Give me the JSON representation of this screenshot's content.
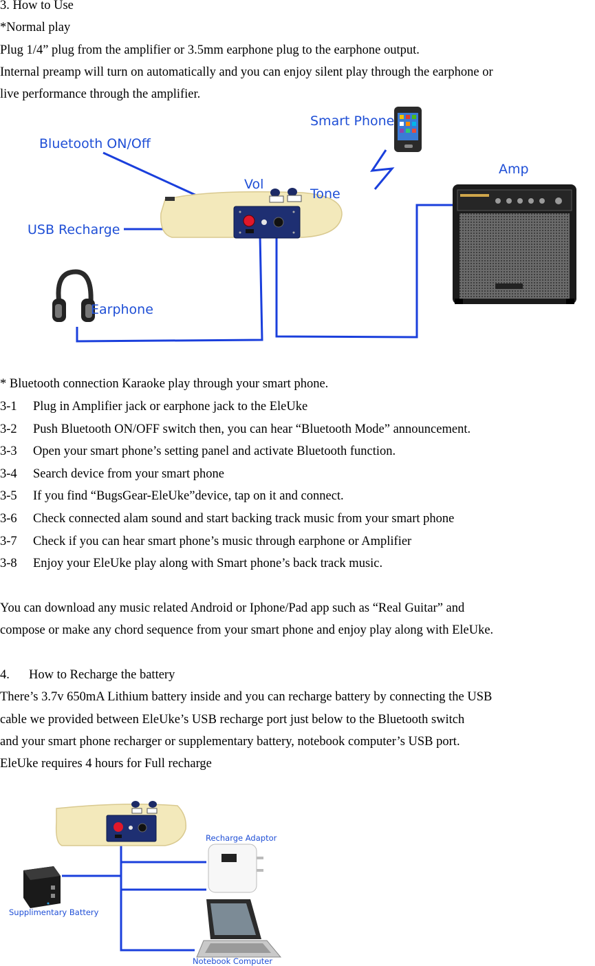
{
  "section3": {
    "heading": "3. How to Use",
    "normal_play": "*Normal play",
    "para1": "Plug 1/4” plug from the amplifier or 3.5mm earphone plug to the earphone output.",
    "para2a": "Internal preamp will turn on automatically and you can enjoy silent play through the earphone or",
    "para2b": "live performance through the amplifier."
  },
  "diagram1": {
    "labels": {
      "smart_phone": "Smart Phone",
      "bluetooth": "Bluetooth ON/Off",
      "amp": "Amp",
      "vol": "Vol",
      "tone": "Tone",
      "usb": "USB Recharge",
      "earphone": "Earphone"
    },
    "line_color": "#1a3fdc"
  },
  "bluetooth": {
    "heading": "* Bluetooth connection Karaoke play through your smart phone.",
    "steps": [
      {
        "num": "3-1",
        "text": "Plug in Amplifier jack or earphone jack to the EleUke"
      },
      {
        "num": "3-2",
        "text": "Push Bluetooth ON/OFF switch then, you can hear “Bluetooth Mode” announcement."
      },
      {
        "num": "3-3",
        "text": "Open your smart phone’s setting panel and activate Bluetooth function."
      },
      {
        "num": "3-4",
        "text": "Search device from your smart phone"
      },
      {
        "num": "3-5",
        "text": "If you find “BugsGear-EleUke”device, tap on it and connect."
      },
      {
        "num": "3-6",
        "text": "Check connected alam sound and start backing track music from your smart phone"
      },
      {
        "num": "3-7",
        "text": "Check if you can hear smart phone’s music through earphone or Amplifier"
      },
      {
        "num": "3-8",
        "text": "Enjoy your EleUke play along with Smart phone’s back track music."
      }
    ],
    "note1": "You can download any music related Android or Iphone/Pad app such as “Real Guitar” and",
    "note2": "compose or make any chord sequence from your smart phone and enjoy play along with EleUke."
  },
  "section4": {
    "heading_num": "4.",
    "heading_text": "How to Recharge the battery",
    "lines": [
      "There’s 3.7v 650mA Lithium battery inside and you can recharge battery by connecting the USB",
      "cable we provided between EleUke’s USB recharge port just below to the Bluetooth switch",
      "and your smart phone recharger or supplementary battery, notebook computer’s USB port.",
      "EleUke requires 4 hours for Full recharge"
    ]
  },
  "diagram2": {
    "labels": {
      "adaptor": "Recharge Adaptor",
      "battery": "Supplimentary Battery",
      "notebook": "Notebook Computer"
    }
  }
}
